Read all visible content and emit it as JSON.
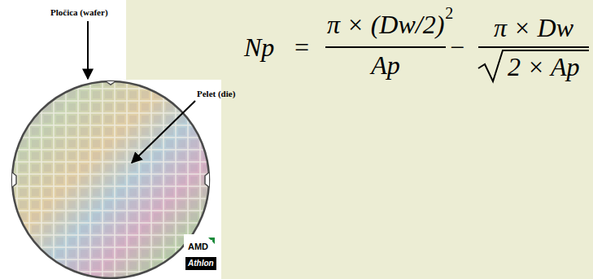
{
  "diagram": {
    "labels": [
      "Pločica (wafer)",
      "Pelet (die)",
      "Np",
      "=",
      "π × (Dw/2)",
      "2",
      "Ap",
      "−",
      "π × Dw",
      "2 × Ap",
      "AMD",
      "Athlon"
    ]
  }
}
